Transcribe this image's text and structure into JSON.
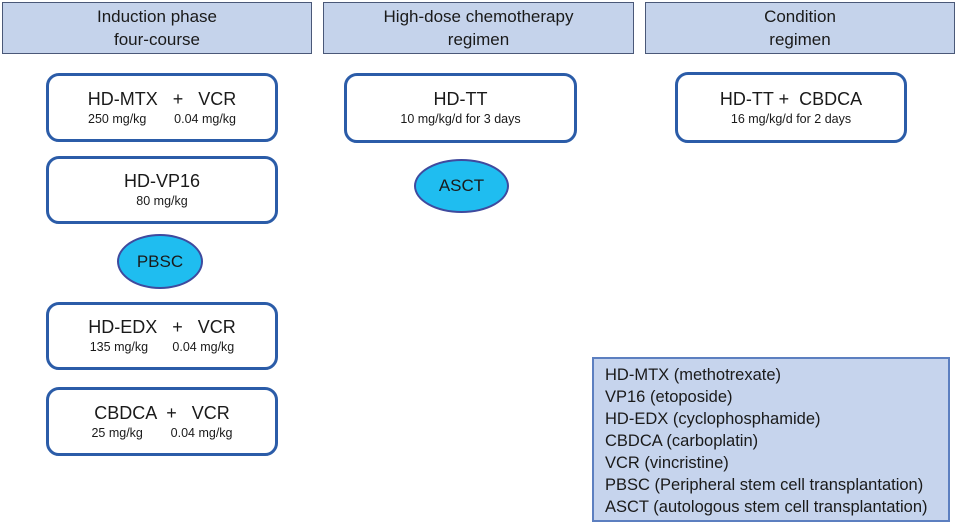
{
  "headers": [
    {
      "line1": "Induction phase",
      "line2": "four-course"
    },
    {
      "line1": "High-dose chemotherapy",
      "line2": "regimen"
    },
    {
      "line1": "Condition",
      "line2": "regimen"
    }
  ],
  "boxes": [
    {
      "main": "HD-MTX   +   VCR",
      "sub": "250 mg/kg        0.04 mg/kg"
    },
    {
      "main": "HD-VP16",
      "sub": "80 mg/kg"
    },
    {
      "main": "HD-EDX   +   VCR",
      "sub": "135 mg/kg       0.04 mg/kg"
    },
    {
      "main": "CBDCA  +   VCR",
      "sub": "25 mg/kg        0.04 mg/kg"
    },
    {
      "main": "HD-TT",
      "sub": "10 mg/kg/d for 3 days"
    },
    {
      "main": "HD-TT +  CBDCA",
      "sub": "16 mg/kg/d for 2 days"
    }
  ],
  "ellipses": [
    {
      "label": "PBSC"
    },
    {
      "label": "ASCT"
    }
  ],
  "legend": {
    "items": [
      "HD-MTX (methotrexate)",
      "VP16 (etoposide)",
      "HD-EDX (cyclophosphamide)",
      "CBDCA (carboplatin)",
      "VCR (vincristine)",
      "PBSC (Peripheral stem cell transplantation)",
      "ASCT (autologous stem cell transplantation)"
    ]
  },
  "colors": {
    "header_fill": "#c5d3eb",
    "header_border": "#4a5878",
    "box_border": "#2b5ca8",
    "ellipse_fill": "#1fbdf0",
    "ellipse_border": "#3f4a9e",
    "legend_fill": "#c6d4ed",
    "legend_border": "#5c7fc0",
    "text": "#1a1a1a"
  }
}
